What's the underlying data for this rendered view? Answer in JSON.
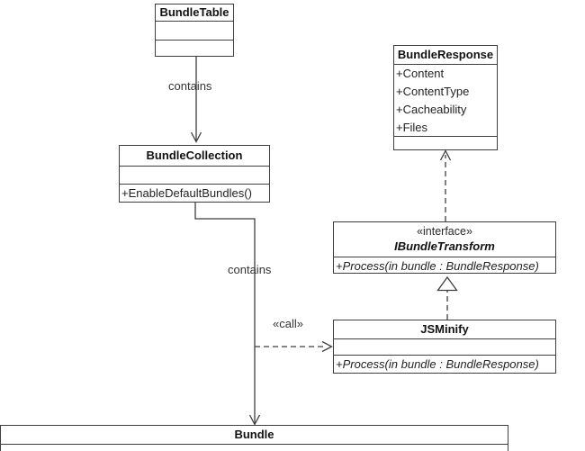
{
  "diagram": {
    "kind": "uml-class-diagram",
    "colors": {
      "background": "#ffffff",
      "line": "#3f3f3f",
      "title_text": "#111111",
      "member_text": "#222222"
    }
  },
  "classes": {
    "bundle_table": {
      "name": "BundleTable",
      "attributes": [],
      "methods": []
    },
    "bundle_response": {
      "name": "BundleResponse",
      "attributes": [
        "+Content",
        "+ContentType",
        "+Cacheability",
        "+Files"
      ],
      "methods": []
    },
    "bundle_collection": {
      "name": "BundleCollection",
      "attributes": [],
      "methods": [
        "+EnableDefaultBundles()"
      ]
    },
    "ibundle_transform": {
      "stereotype": "«interface»",
      "name": "IBundleTransform",
      "methods": [
        "+Process(in bundle : BundleResponse)"
      ]
    },
    "jsminify": {
      "name": "JSMinify",
      "attributes": [],
      "methods": [
        "+Process(in bundle : BundleResponse)"
      ]
    },
    "bundle": {
      "name": "Bundle"
    }
  },
  "relationships": [
    {
      "from": "BundleTable",
      "to": "BundleCollection",
      "type": "directed-association",
      "label": "contains"
    },
    {
      "from": "BundleCollection",
      "to": "Bundle",
      "type": "directed-association",
      "label": "contains"
    },
    {
      "from": "BundleCollection",
      "to": "JSMinify",
      "type": "dependency-dashed",
      "label": "«call»"
    },
    {
      "from": "JSMinify",
      "to": "IBundleTransform",
      "type": "realization",
      "label": ""
    },
    {
      "from": "IBundleTransform",
      "to": "BundleResponse",
      "type": "dependency-dashed",
      "label": ""
    }
  ]
}
